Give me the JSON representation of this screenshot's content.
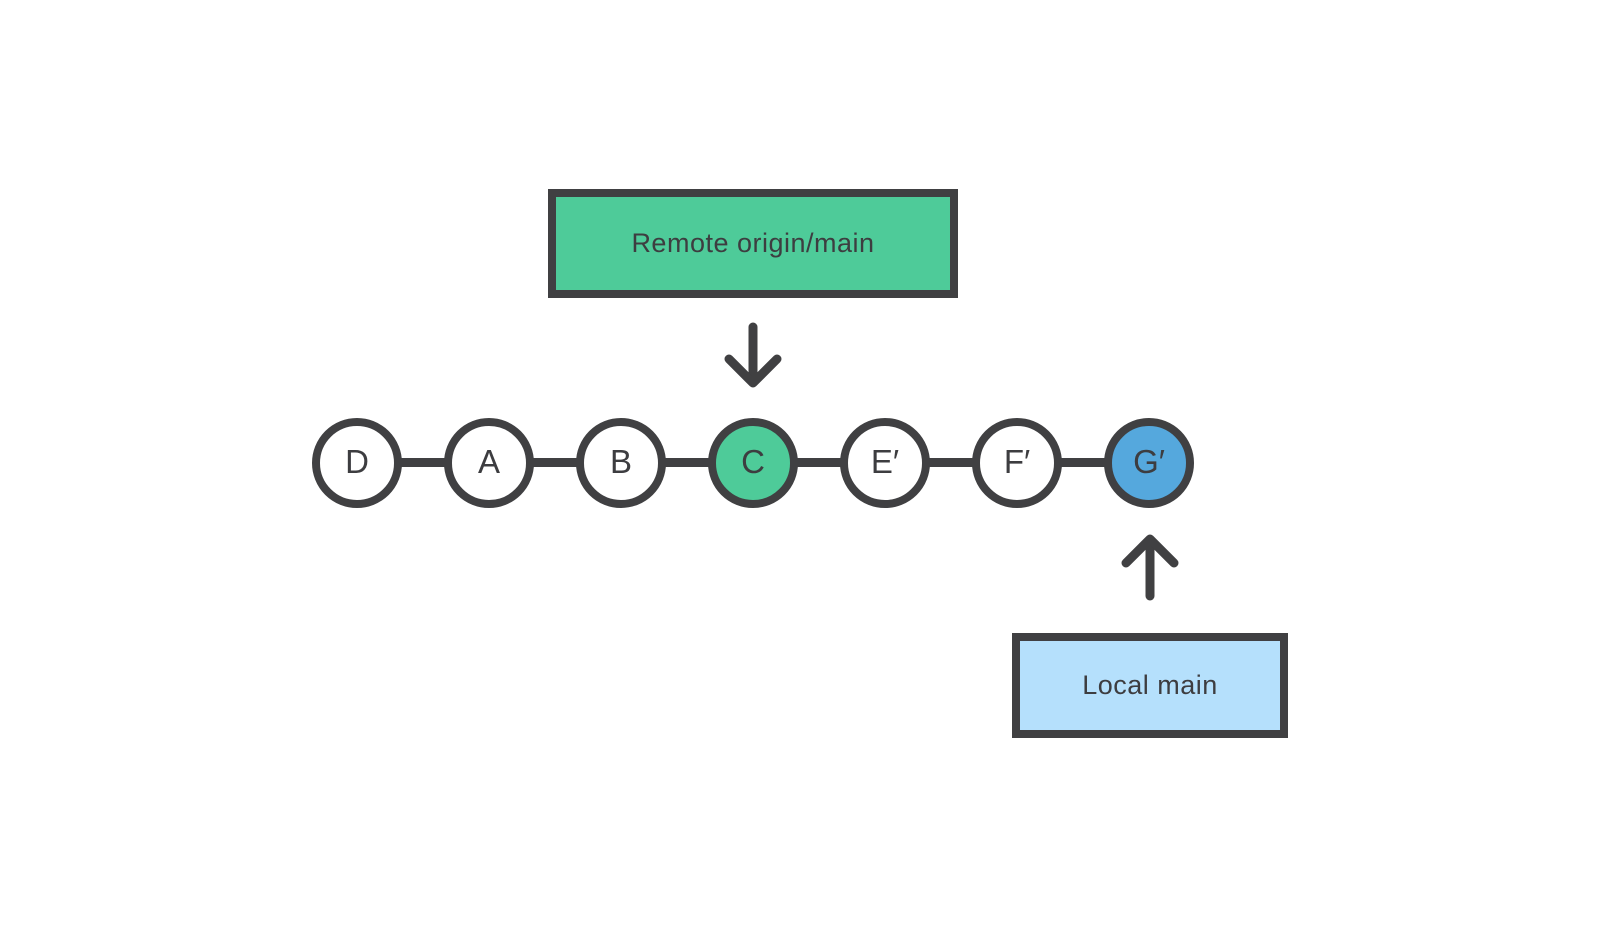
{
  "diagram": {
    "remote_branch": {
      "label": "Remote origin/main",
      "fill": "#4ecb99",
      "border": "#404042",
      "points_to_commit": "C"
    },
    "local_branch": {
      "label": "Local main",
      "fill": "#b5e0fc",
      "border": "#404042",
      "points_to_commit": "G′"
    },
    "commits": [
      {
        "id": "D",
        "fill": "#ffffff"
      },
      {
        "id": "A",
        "fill": "#ffffff"
      },
      {
        "id": "B",
        "fill": "#ffffff"
      },
      {
        "id": "C",
        "fill": "#4ecb99"
      },
      {
        "id": "E′",
        "fill": "#ffffff"
      },
      {
        "id": "F′",
        "fill": "#ffffff"
      },
      {
        "id": "G′",
        "fill": "#55a8dd"
      }
    ],
    "colors": {
      "ink": "#404042",
      "text": "#3d3d40",
      "green": "#4ecb99",
      "blue": "#55a8dd",
      "light_blue": "#b5e0fc",
      "background": "#ffffff"
    }
  }
}
